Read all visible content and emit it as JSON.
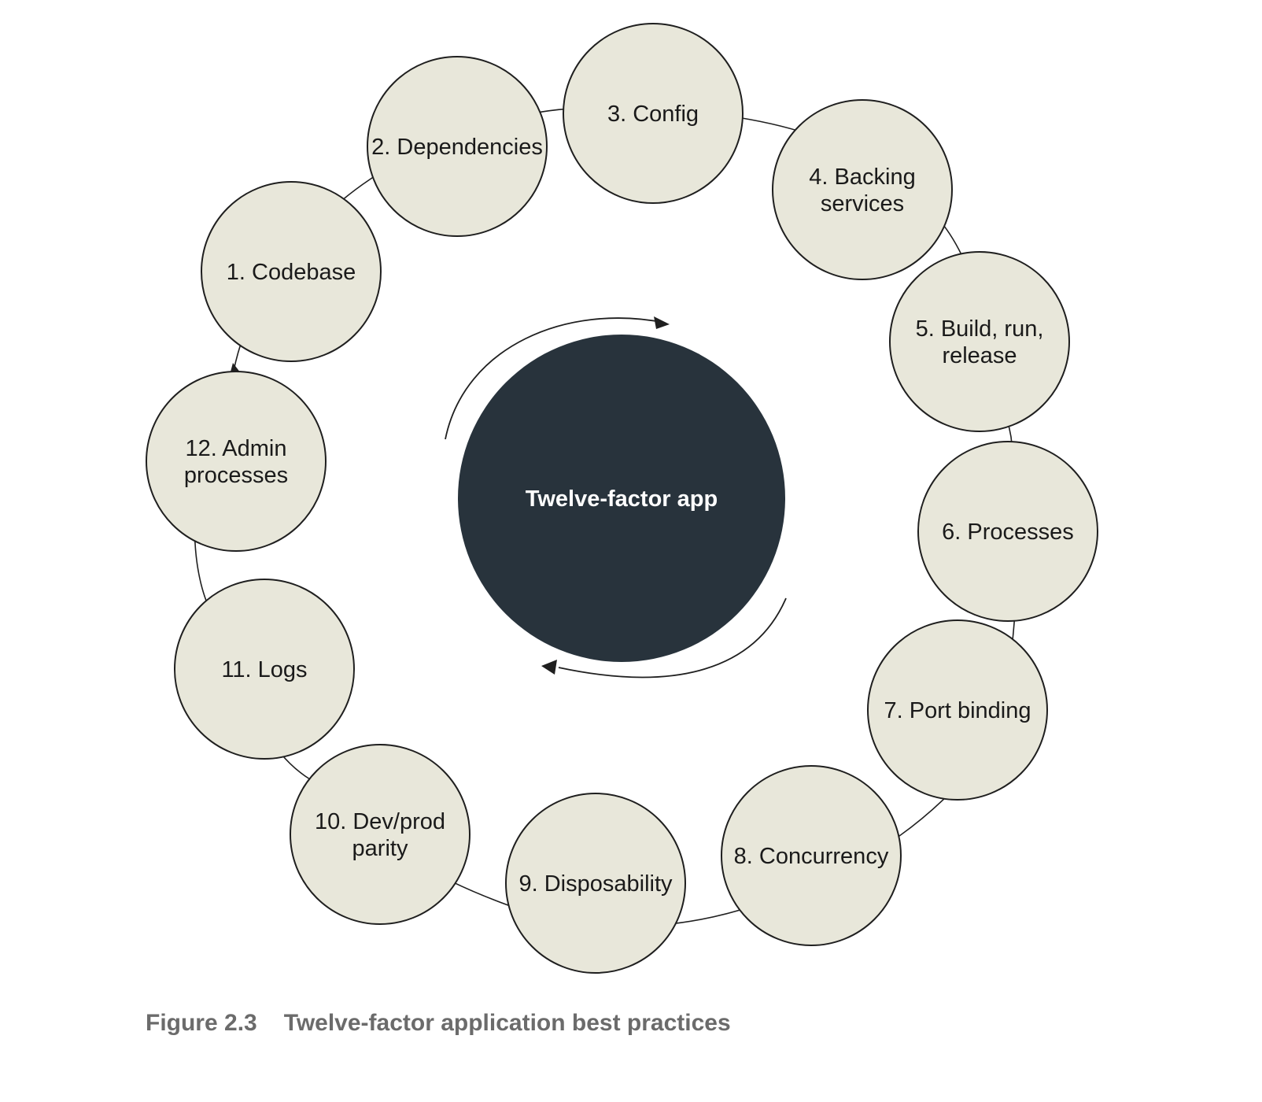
{
  "diagram": {
    "center_label": "Twelve-factor app",
    "factors": [
      {
        "lines": [
          "1. Codebase"
        ]
      },
      {
        "lines": [
          "2. Dependencies"
        ]
      },
      {
        "lines": [
          "3. Config"
        ]
      },
      {
        "lines": [
          "4. Backing",
          "services"
        ]
      },
      {
        "lines": [
          "5. Build, run,",
          "release"
        ]
      },
      {
        "lines": [
          "6. Processes"
        ]
      },
      {
        "lines": [
          "7. Port binding"
        ]
      },
      {
        "lines": [
          "8. Concurrency"
        ]
      },
      {
        "lines": [
          "9. Disposability"
        ]
      },
      {
        "lines": [
          "10. Dev/prod",
          "parity"
        ]
      },
      {
        "lines": [
          "11. Logs"
        ]
      },
      {
        "lines": [
          "12. Admin",
          "processes"
        ]
      }
    ]
  },
  "caption": {
    "number": "Figure 2.3",
    "text": "Twelve-factor application best practices"
  }
}
